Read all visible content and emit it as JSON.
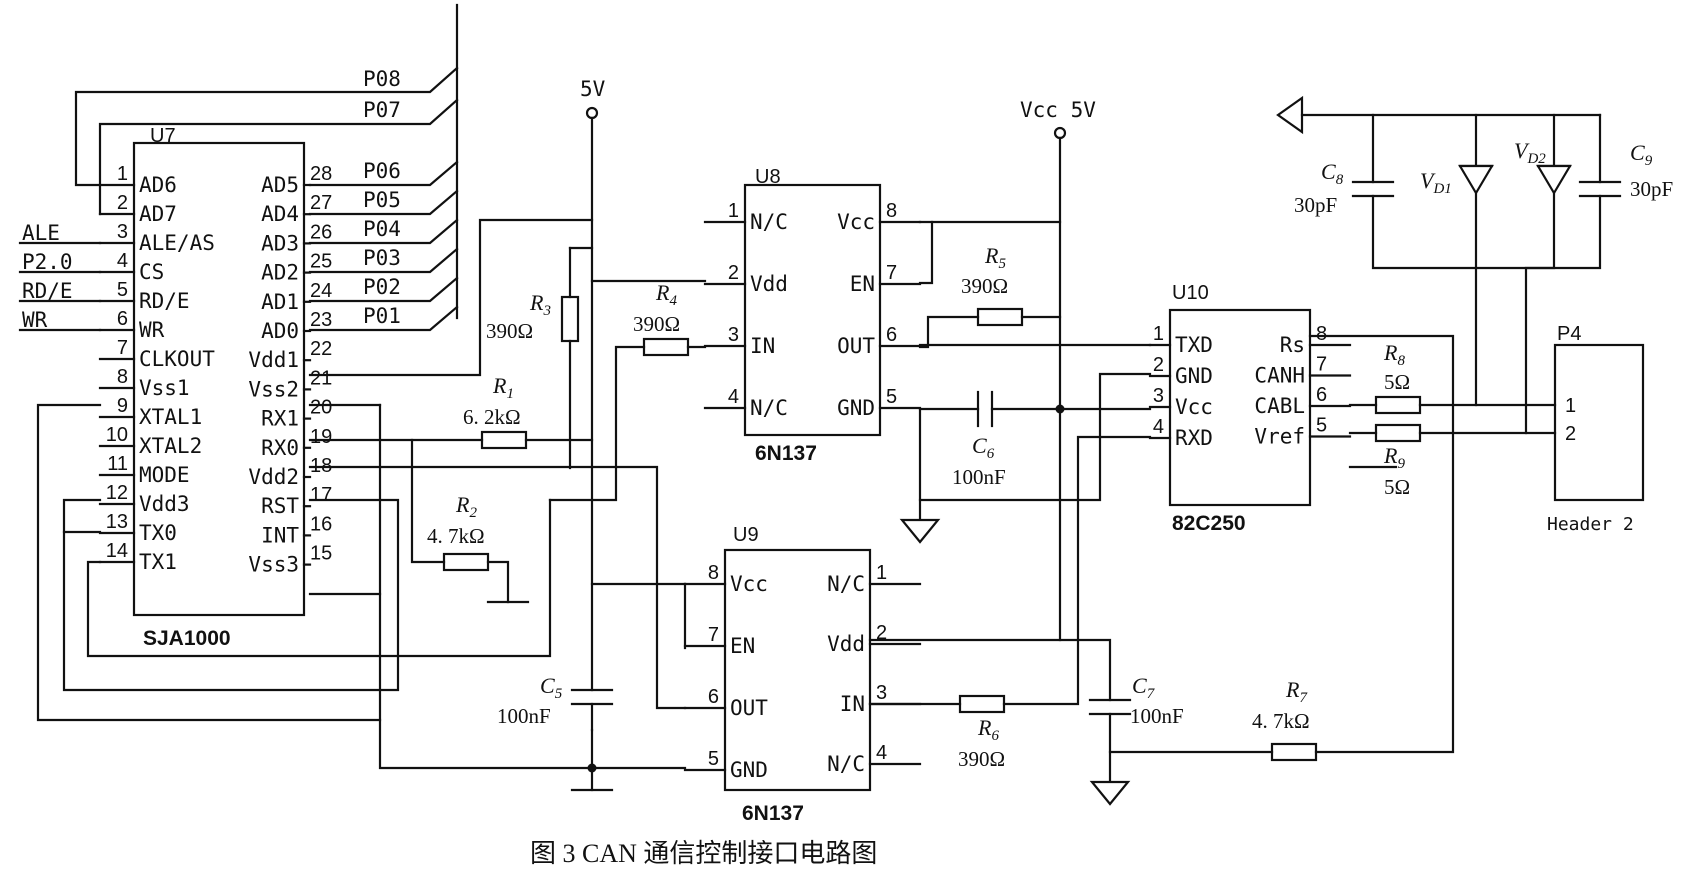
{
  "caption": "图 3  CAN 通信控制接口电路图",
  "power": {
    "five_v": "5V",
    "vcc_5v": "Vcc 5V"
  },
  "u7": {
    "ref": "U7",
    "name": "SJA1000",
    "left": [
      {
        "num": "1",
        "name": "AD6"
      },
      {
        "num": "2",
        "name": "AD7"
      },
      {
        "num": "3",
        "name": "ALE/AS"
      },
      {
        "num": "4",
        "name": "CS"
      },
      {
        "num": "5",
        "name": "RD/E"
      },
      {
        "num": "6",
        "name": "WR"
      },
      {
        "num": "7",
        "name": "CLKOUT"
      },
      {
        "num": "8",
        "name": "Vss1"
      },
      {
        "num": "9",
        "name": "XTAL1"
      },
      {
        "num": "10",
        "name": "XTAL2"
      },
      {
        "num": "11",
        "name": "MODE"
      },
      {
        "num": "12",
        "name": "Vdd3"
      },
      {
        "num": "13",
        "name": "TX0"
      },
      {
        "num": "14",
        "name": "TX1"
      }
    ],
    "right": [
      {
        "num": "28",
        "name": "AD5"
      },
      {
        "num": "27",
        "name": "AD4"
      },
      {
        "num": "26",
        "name": "AD3"
      },
      {
        "num": "25",
        "name": "AD2"
      },
      {
        "num": "24",
        "name": "AD1"
      },
      {
        "num": "23",
        "name": "AD0"
      },
      {
        "num": "22",
        "name": "Vdd1"
      },
      {
        "num": "21",
        "name": "Vss2"
      },
      {
        "num": "20",
        "name": "RX1"
      },
      {
        "num": "19",
        "name": "RX0"
      },
      {
        "num": "18",
        "name": "Vdd2"
      },
      {
        "num": "17",
        "name": "RST"
      },
      {
        "num": "16",
        "name": "INT"
      },
      {
        "num": "15",
        "name": "Vss3"
      }
    ]
  },
  "signals": {
    "ale": "ALE",
    "p20": "P2.0",
    "rde": "RD/E",
    "wr": "WR",
    "bus": [
      "P08",
      "P07",
      "P06",
      "P05",
      "P04",
      "P03",
      "P02",
      "P01"
    ]
  },
  "u8": {
    "ref": "U8",
    "name": "6N137",
    "left": [
      {
        "num": "1",
        "name": "N/C"
      },
      {
        "num": "2",
        "name": "Vdd"
      },
      {
        "num": "3",
        "name": "IN"
      },
      {
        "num": "4",
        "name": "N/C"
      }
    ],
    "right": [
      {
        "num": "8",
        "name": "Vcc"
      },
      {
        "num": "7",
        "name": "EN"
      },
      {
        "num": "6",
        "name": "OUT"
      },
      {
        "num": "5",
        "name": "GND"
      }
    ]
  },
  "u9": {
    "ref": "U9",
    "name": "6N137",
    "left": [
      {
        "num": "8",
        "name": "Vcc"
      },
      {
        "num": "7",
        "name": "EN"
      },
      {
        "num": "6",
        "name": "OUT"
      },
      {
        "num": "5",
        "name": "GND"
      }
    ],
    "right": [
      {
        "num": "1",
        "name": "N/C"
      },
      {
        "num": "2",
        "name": "Vdd"
      },
      {
        "num": "3",
        "name": "IN"
      },
      {
        "num": "4",
        "name": "N/C"
      }
    ]
  },
  "u10": {
    "ref": "U10",
    "name": "82C250",
    "left": [
      {
        "num": "1",
        "name": "TXD"
      },
      {
        "num": "2",
        "name": "GND"
      },
      {
        "num": "3",
        "name": "Vcc"
      },
      {
        "num": "4",
        "name": "RXD"
      }
    ],
    "right": [
      {
        "num": "8",
        "name": "Rs"
      },
      {
        "num": "7",
        "name": "CANH"
      },
      {
        "num": "6",
        "name": "CABL"
      },
      {
        "num": "5",
        "name": "Vref"
      }
    ]
  },
  "p4": {
    "ref": "P4",
    "name": "Header 2",
    "pins": [
      "1",
      "2"
    ]
  },
  "resistors": {
    "r1": {
      "ref": "R",
      "sub": "1",
      "value": "6. 2kΩ"
    },
    "r2": {
      "ref": "R",
      "sub": "2",
      "value": "4. 7kΩ"
    },
    "r3": {
      "ref": "R",
      "sub": "3",
      "value": "390Ω"
    },
    "r4": {
      "ref": "R",
      "sub": "4",
      "value": "390Ω"
    },
    "r5": {
      "ref": "R",
      "sub": "5",
      "value": "390Ω"
    },
    "r6": {
      "ref": "R",
      "sub": "6",
      "value": "390Ω"
    },
    "r7": {
      "ref": "R",
      "sub": "7",
      "value": "4. 7kΩ"
    },
    "r8": {
      "ref": "R",
      "sub": "8",
      "value": "5Ω"
    },
    "r9": {
      "ref": "R",
      "sub": "9",
      "value": "5Ω"
    }
  },
  "capacitors": {
    "c5": {
      "ref": "C",
      "sub": "5",
      "value": "100nF"
    },
    "c6": {
      "ref": "C",
      "sub": "6",
      "value": "100nF"
    },
    "c7": {
      "ref": "C",
      "sub": "7",
      "value": "100nF"
    },
    "c8": {
      "ref": "C",
      "sub": "8",
      "value": "30pF"
    },
    "c9": {
      "ref": "C",
      "sub": "9",
      "value": "30pF"
    }
  },
  "diodes": {
    "vd1": {
      "ref": "V",
      "sub": "D1"
    },
    "vd2": {
      "ref": "V",
      "sub": "D2"
    }
  }
}
